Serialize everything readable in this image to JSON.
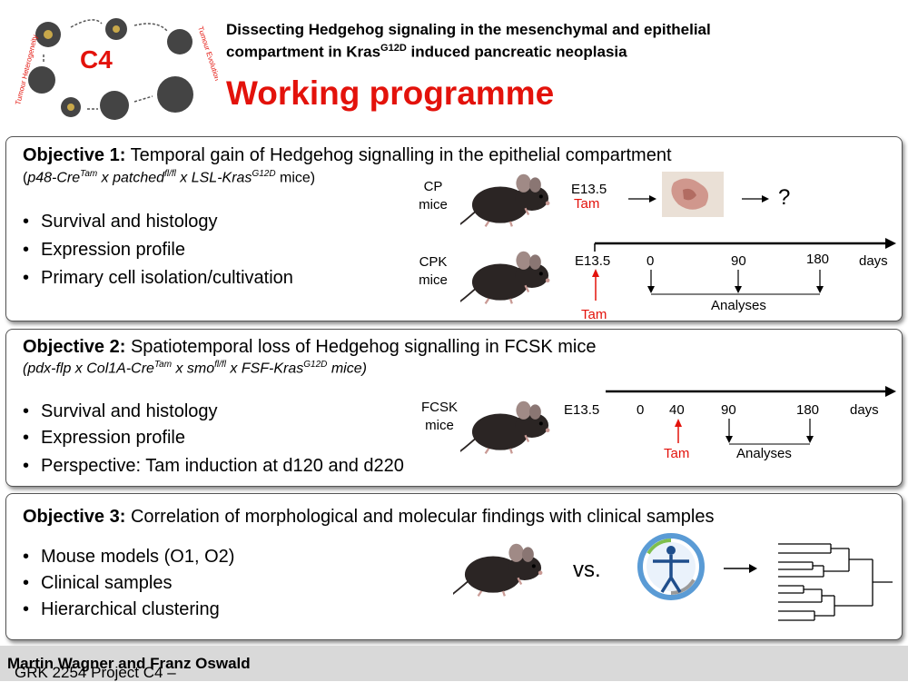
{
  "logo": {
    "label": "C4",
    "left_text": "Tumour Heterogeneity",
    "right_text": "Tumour Evolution"
  },
  "header": {
    "subtitle_line1": "Dissecting Hedgehog signaling in the mesenchymal and epithelial",
    "subtitle_line2_a": "compartment in Kras",
    "subtitle_line2_sup": "G12D",
    "subtitle_line2_b": " induced pancreatic neoplasia",
    "title": "Working programme"
  },
  "objective1": {
    "label": "Objective 1:",
    "text": " Temporal gain of Hedgehog signalling in the epithelial compartment",
    "sub": [
      {
        "t": "(",
        "style": "up"
      },
      {
        "t": "p48-Cre",
        "style": "it"
      },
      {
        "t": "Tam",
        "style": "sup"
      },
      {
        "t": " x patched",
        "style": "it"
      },
      {
        "t": "fl/fl",
        "style": "sup"
      },
      {
        "t": " x LSL-Kras",
        "style": "it"
      },
      {
        "t": "G12D",
        "style": "sup"
      },
      {
        "t": " mice)",
        "style": "up"
      }
    ],
    "bullets": [
      "Survival and histology",
      "Expression profile",
      "Primary cell isolation/cultivation"
    ],
    "cp_label_1": "CP",
    "cp_label_2": "mice",
    "cpk_label_1": "CPK",
    "cpk_label_2": "mice",
    "cp_e": "E13.5",
    "cp_tam": "Tam",
    "question": "?",
    "cpk_e": "E13.5",
    "cpk_ticks": [
      "0",
      "90",
      "180"
    ],
    "days": "days",
    "cpk_tam": "Tam",
    "analyses": "Analyses"
  },
  "objective2": {
    "label": "Objective 2:",
    "text": " Spatiotemporal loss of Hedgehog signalling in FCSK mice",
    "sub": [
      {
        "t": "(pdx-flp x Col1A-Cre",
        "style": "it"
      },
      {
        "t": "Tam",
        "style": "sup"
      },
      {
        "t": " x smo",
        "style": "it"
      },
      {
        "t": "fl/fl",
        "style": "sup"
      },
      {
        "t": " x FSF-Kras",
        "style": "it"
      },
      {
        "t": "G12D",
        "style": "sup"
      },
      {
        "t": " mice)",
        "style": "it"
      }
    ],
    "bullets": [
      "Survival and histology",
      "Expression profile",
      "Perspective: Tam induction at d120 and d220"
    ],
    "fcsk_label_1": "FCSK",
    "fcsk_label_2": "mice",
    "e": "E13.5",
    "ticks": [
      "0",
      "40",
      "90",
      "180"
    ],
    "days": "days",
    "tam": "Tam",
    "analyses": "Analyses"
  },
  "objective3": {
    "label": "Objective 3:",
    "text": " Correlation of morphological and molecular findings with clinical samples",
    "bullets": [
      "Mouse models (O1, O2)",
      "Clinical samples",
      "Hierarchical clustering"
    ],
    "vs": "vs."
  },
  "footer": {
    "text_a": "GRK 2254 Project C4 – ",
    "text_b": "Martin Wagner and Franz Oswald"
  },
  "colors": {
    "accent_red": "#e3120b",
    "mouse": "#2b2524",
    "footer_bg": "#d9d9d9"
  }
}
